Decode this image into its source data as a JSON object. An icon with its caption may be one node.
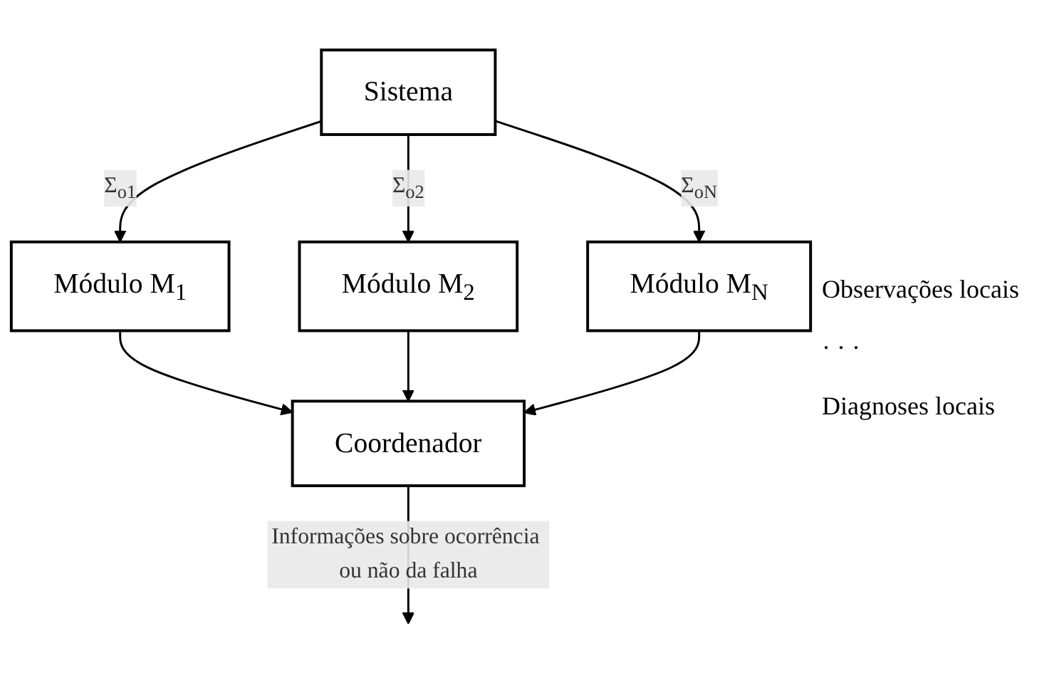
{
  "diagram": {
    "nodes": [
      {
        "text": [
          "Sistema"
        ]
      },
      {
        "text": [
          "Módulo M$_{1}$"
        ]
      },
      {
        "text": [
          "Módulo M$_{2}$"
        ]
      },
      {
        "text": [
          "Módulo M$_{N}$"
        ]
      },
      {
        "text": [
          "Coordenador"
        ]
      }
    ],
    "edges": [
      {
        "from": 0,
        "to": 1,
        "arrow": "to",
        "label": "Σ$_{o1}$"
      },
      {
        "from": 0,
        "to": 2,
        "arrow": "to",
        "label": "Σ$_{o2}$"
      },
      {
        "from": 0,
        "to": 3,
        "arrow": "to",
        "label": "Σ$_{oN}$"
      },
      {
        "from": 1,
        "to": 4,
        "arrow": "to"
      },
      {
        "from": 2,
        "to": 4,
        "arrow": "to"
      },
      {
        "from": 3,
        "to": 4,
        "arrow": "to"
      },
      {
        "from": 4,
        "to": null,
        "arrow": "to",
        "label": "Informações sobre ocorrência ou não da falha"
      }
    ],
    "labels": [
      "Observações locais",
      "· · ·",
      "Diagnoses locais"
    ]
  }
}
